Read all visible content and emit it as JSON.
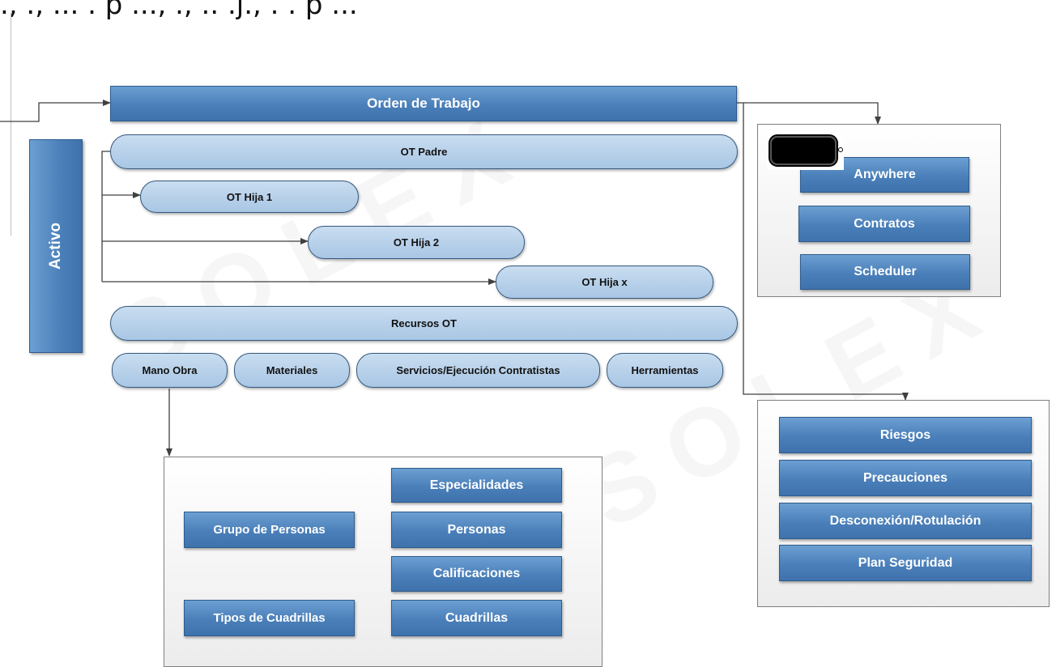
{
  "header": {
    "cropped_text": "., ., ... . p ..., ., .. .j., . . p ..."
  },
  "watermark": "SOLEX",
  "main": {
    "orden_trabajo": "Orden de Trabajo",
    "activo": "Activo",
    "ot_padre": "OT Padre",
    "ot_hija_1": "OT Hija 1",
    "ot_hija_2": "OT Hija 2",
    "ot_hija_x": "OT Hija x",
    "recursos_ot": "Recursos OT",
    "recursos": [
      "Mano Obra",
      "Materiales",
      "Servicios/Ejecución Contratistas",
      "Herramientas"
    ]
  },
  "mano_obra_panel": {
    "especialidades": "Especialidades",
    "grupo_personas": "Grupo de Personas",
    "personas": "Personas",
    "calificaciones": "Calificaciones",
    "tipos_cuadrillas": "Tipos de Cuadrillas",
    "cuadrillas": "Cuadrillas"
  },
  "mobile_panel": {
    "icon": "mobile-phone-icon",
    "items": [
      "Anywhere",
      "Contratos",
      "Scheduler"
    ]
  },
  "safety_panel": {
    "items": [
      "Riesgos",
      "Precauciones",
      "Desconexión/Rotulación",
      "Plan Seguridad"
    ]
  },
  "colors": {
    "box_fill": "#4a7fb9",
    "pill_fill": "#b4cfe9",
    "connector": "#404040"
  }
}
